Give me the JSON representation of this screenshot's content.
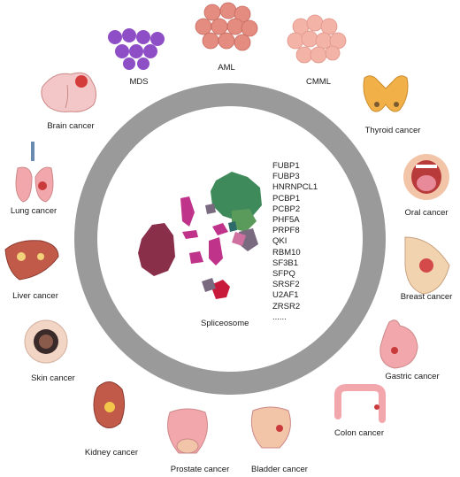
{
  "center": {
    "label": "Spliceosome",
    "genes": [
      "FUBP1",
      "FUBP3",
      "HNRNPCL1",
      "PCBP1",
      "PCBP2",
      "PHF5A",
      "PRPF8",
      "QKI",
      "RBM10",
      "SF3B1",
      "SFPQ",
      "SRSF2",
      "U2AF1",
      "ZRSR2",
      "......"
    ]
  },
  "cancers": {
    "mds": "MDS",
    "aml": "AML",
    "cmml": "CMML",
    "thyroid": "Thyroid cancer",
    "oral": "Oral cancer",
    "breast": "Breast cancer",
    "gastric": "Gastric cancer",
    "colon": "Colon cancer",
    "bladder": "Bladder cancer",
    "prostate": "Prostate cancer",
    "kidney": "Kidney cancer",
    "skin": "Skin cancer",
    "liver": "Liver cancer",
    "lung": "Lung cancer",
    "brain": "Brain cancer"
  },
  "colors": {
    "ring": "#9a9a9a",
    "mds_cell": "#8e4ec6",
    "aml_cell": "#e58c80",
    "cmml_cell": "#f3b3a7",
    "thyroid": "#f2b049",
    "tissue_pink": "#f2a7ad",
    "lesion_red": "#c93a3a",
    "liver": "#c25a4a",
    "spliceosome_green": "#3e8a5a",
    "spliceosome_maroon": "#8a2f4a",
    "spliceosome_magenta": "#c0338a",
    "spliceosome_gray": "#7a6a80"
  }
}
